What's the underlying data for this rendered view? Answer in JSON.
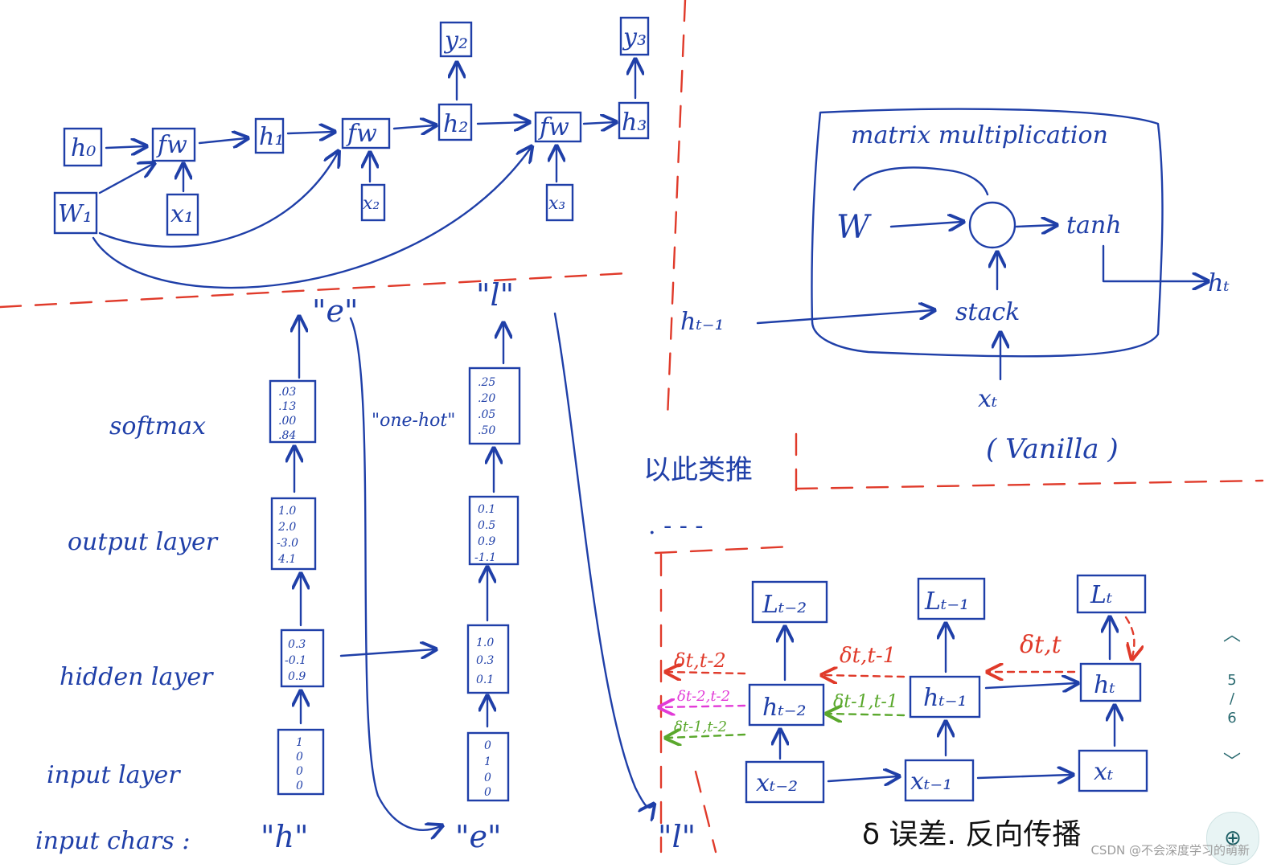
{
  "colors": {
    "ink": "#1f3fa8",
    "red": "#e03a2a",
    "green": "#5aa82c",
    "magenta": "#e23ad7"
  },
  "unroll": {
    "h0": "h₀",
    "h1": "h₁",
    "h2": "h₂",
    "h3": "h₃",
    "fw": "fw",
    "W": "W₁",
    "x1": "x₁",
    "x2": "x₂",
    "x3": "x₃",
    "y2": "y₂",
    "y3": "y₃"
  },
  "vanilla": {
    "title": "matrix multiplication",
    "W": "W",
    "tanh": "tanh",
    "stack": "stack",
    "h_prev": "hₜ₋₁",
    "x_t": "xₜ",
    "h_t": "hₜ",
    "caption": "( Vanilla )"
  },
  "charnet": {
    "rows": [
      "softmax",
      "output layer",
      "hidden layer",
      "input layer",
      "input chars :"
    ],
    "one_hot": "\"one-hot\"",
    "out_chars": [
      "\"e\"",
      "\"l\""
    ],
    "in_chars": [
      "\"h\"",
      "\"e\"",
      "\"l\""
    ],
    "col1": {
      "softmax": [
        ".03",
        ".13",
        ".00",
        ".84"
      ],
      "output": [
        "1.0",
        "2.0",
        "-3.0",
        "4.1"
      ],
      "hidden": [
        "0.3",
        "-0.1",
        "0.9"
      ],
      "input": [
        "1",
        "0",
        "0",
        "0"
      ]
    },
    "col2": {
      "softmax": [
        ".25",
        ".20",
        ".05",
        ".50"
      ],
      "output": [
        "0.1",
        "0.5",
        "0.9",
        "-1.1"
      ],
      "hidden": [
        "1.0",
        "0.3",
        "0.1"
      ],
      "input": [
        "0",
        "1",
        "0",
        "0"
      ]
    }
  },
  "bptt": {
    "note": "以此类推",
    "dots": ". - - -",
    "losses": [
      "Lₜ₋₂",
      "Lₜ₋₁",
      "Lₜ"
    ],
    "hidden": [
      "hₜ₋₂",
      "hₜ₋₁",
      "hₜ"
    ],
    "inputs": [
      "xₜ₋₂",
      "xₜ₋₁",
      "xₜ"
    ],
    "d_tt": "δt,t",
    "d_tt1": "δt,t-1",
    "d_tt2": "δt,t-2",
    "d_t1t1": "δt-1,t-1",
    "d_t1t2": "δt-1,t-2",
    "d_t2t2": "δt-2,t-2",
    "footer": "δ 误差.   反向传播"
  },
  "nav": {
    "page": "5",
    "sep": "/",
    "total": "6",
    "zoom": "⊕"
  },
  "watermark": "CSDN @不会深度学习的萌新"
}
